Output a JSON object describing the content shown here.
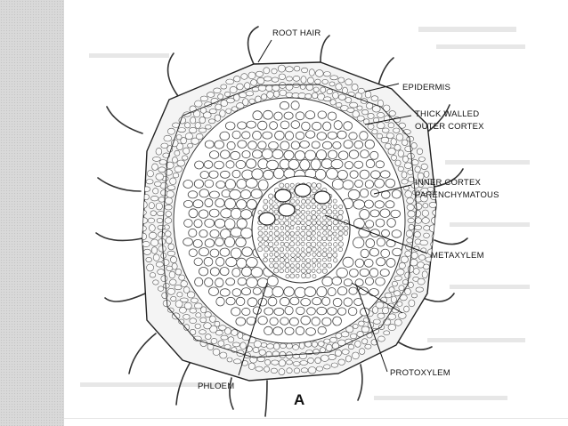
{
  "diagram": {
    "labels": {
      "root_hair": "ROOT HAIR",
      "epidermis": "EPIDERMIS",
      "thick_walled_1": "THICK WALLED",
      "thick_walled_2": "OUTER CORTEX",
      "inner_cortex_1": "INNER CORTEX",
      "inner_cortex_2": "PARENCHYMATOUS",
      "metaxylem": "METAXYLEM",
      "protoxylem": "PROTOXYLEM",
      "phloem": "PHLOEM",
      "figure_letter": "A"
    },
    "colors": {
      "strip": "#d9d9d9",
      "ink": "#111111",
      "background": "#ffffff"
    }
  }
}
